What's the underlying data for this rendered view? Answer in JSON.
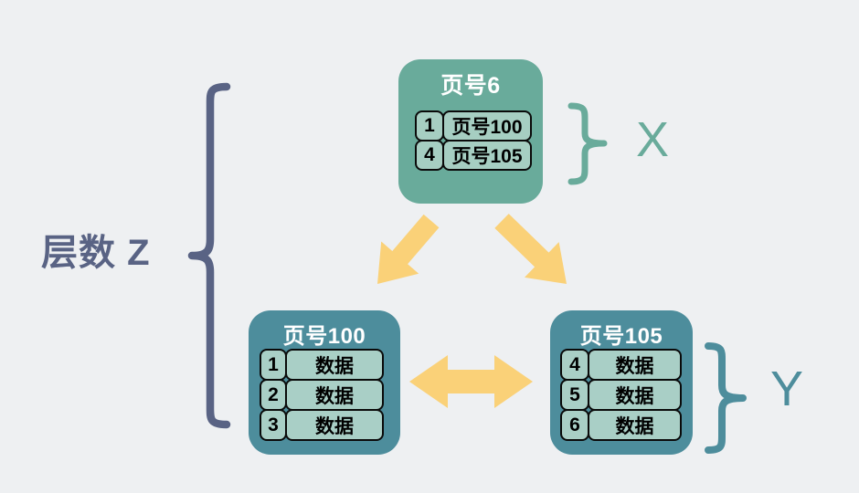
{
  "labels": {
    "layers": "层数 Z",
    "x": "X",
    "y": "Y"
  },
  "nodes": {
    "root": {
      "title": "页号6",
      "rows": [
        {
          "key": "1",
          "value": "页号100"
        },
        {
          "key": "4",
          "value": "页号105"
        }
      ]
    },
    "left": {
      "title": "页号100",
      "rows": [
        {
          "key": "1",
          "value": "数据"
        },
        {
          "key": "2",
          "value": "数据"
        },
        {
          "key": "3",
          "value": "数据"
        }
      ]
    },
    "right": {
      "title": "页号105",
      "rows": [
        {
          "key": "4",
          "value": "数据"
        },
        {
          "key": "5",
          "value": "数据"
        },
        {
          "key": "6",
          "value": "数据"
        }
      ]
    }
  },
  "icons": {
    "left_child_link": "arrow-down-left",
    "right_child_link": "arrow-down-right",
    "sibling_link": "arrow-left-right",
    "layers_brace": "curly-brace-left",
    "x_brace": "curly-brace-right",
    "y_brace": "curly-brace-right"
  },
  "colors": {
    "background": "#eef0f2",
    "top_node": "#69ab9b",
    "bottom_node": "#4d8d9c",
    "cell_top": "#a6cec2",
    "cell_bottom": "#a9cfc6",
    "arrow": "#fad178",
    "layers_label": "#596384",
    "label_x": "#69ab9b",
    "label_y": "#4d8d9c",
    "node_title_text": "#ffffff",
    "cell_text": "#000000"
  }
}
